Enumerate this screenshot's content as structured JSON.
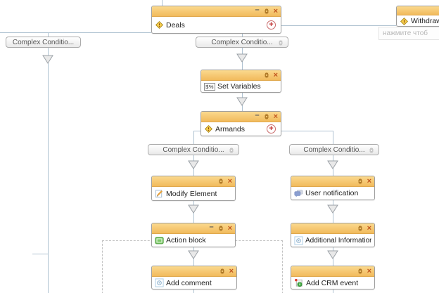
{
  "app": {
    "name": "workflow-designer-canvas"
  },
  "colors": {
    "header_yellow": "#F5C76E",
    "connector": "#AFC2D1",
    "add_output_red": "#C23333",
    "close_orange": "#C2571F",
    "gear_amber": "#B07A28"
  },
  "icons": {
    "minimize": "–",
    "close": "×",
    "add_output": "+",
    "settings": "gear",
    "arrow": "down-triangle"
  },
  "nodes": {
    "deals": {
      "label": "Deals"
    },
    "withdraw": {
      "label": "Withdraw"
    },
    "hint": {
      "text": "нажмите чтоб"
    },
    "complex_top_left": {
      "label": "Complex Conditio..."
    },
    "complex_top_mid": {
      "label": "Complex Conditio..."
    },
    "set_variables": {
      "label": "Set Variables",
      "icon_text": "$%"
    },
    "armands": {
      "label": "Armands"
    },
    "complex_branch_left": {
      "label": "Complex Conditio..."
    },
    "complex_branch_right": {
      "label": "Complex Conditio..."
    },
    "modify_element": {
      "label": "Modify Element"
    },
    "user_notification": {
      "label": "User notification"
    },
    "action_block": {
      "label": "Action block"
    },
    "additional_information": {
      "label": "Additional Information"
    },
    "add_comment": {
      "label": "Add comment"
    },
    "add_crm_event": {
      "label": "Add CRM event"
    }
  }
}
